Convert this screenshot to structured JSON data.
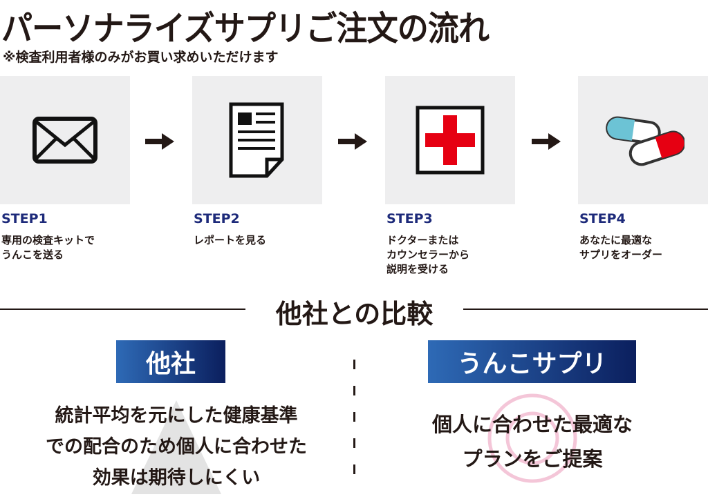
{
  "title": "パーソナライズサプリご注文の流れ",
  "note": "※検査利用者様のみがお買い求めいただけます",
  "steps": [
    {
      "label": "STEP1",
      "desc": "専用の検査キットで\nうんこを送る",
      "icon": "envelope-icon"
    },
    {
      "label": "STEP2",
      "desc": "レポートを見る",
      "icon": "document-icon"
    },
    {
      "label": "STEP3",
      "desc": "ドクターまたは\nカウンセラーから\n説明を受ける",
      "icon": "medical-cross-icon"
    },
    {
      "label": "STEP4",
      "desc": "あなたに最適な\nサプリをオーダー",
      "icon": "capsule-icon"
    }
  ],
  "comparison": {
    "title": "他社との比較",
    "left": {
      "badge": "他社",
      "text": "統計平均を元にした健康基準\nでの配合のため個人に合わせた\n効果は期待しにくい"
    },
    "right": {
      "badge": "うんこサプリ",
      "text": "個人に合わせた最適な\nプランをご提案"
    }
  },
  "colors": {
    "step": "#1d2a7a",
    "badge_start": "#2e6ab6",
    "badge_end": "#0b1f5e",
    "cross": "#e60012"
  }
}
